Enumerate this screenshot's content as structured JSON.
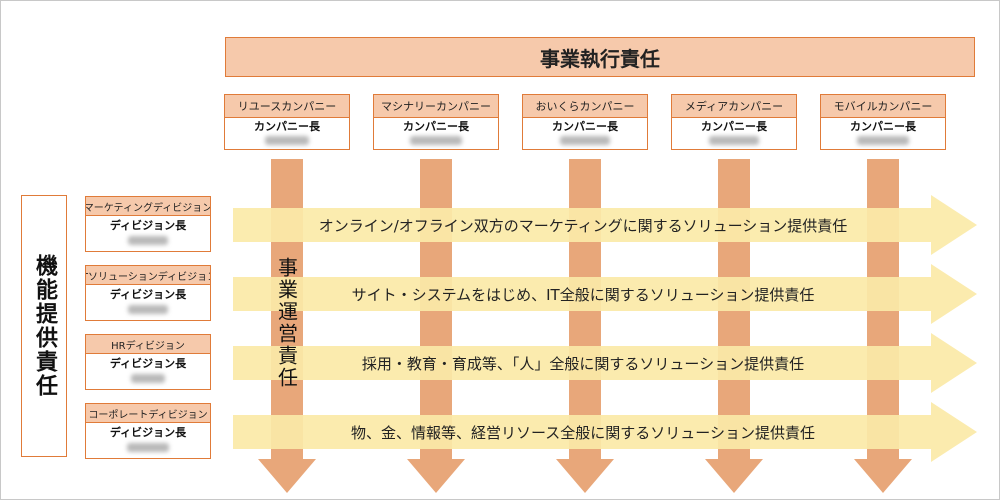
{
  "header": {
    "title": "事業執行責任"
  },
  "companies": [
    {
      "name": "リユースカンパニー",
      "role": "カンパニー長"
    },
    {
      "name": "マシナリーカンパニー",
      "role": "カンパニー長"
    },
    {
      "name": "おいくらカンパニー",
      "role": "カンパニー長"
    },
    {
      "name": "メディアカンパニー",
      "role": "カンパニー長"
    },
    {
      "name": "モバイルカンパニー",
      "role": "カンパニー長"
    }
  ],
  "functional": {
    "label": "機能提供責任"
  },
  "divisions": [
    {
      "name": "マーケティングディビジョン",
      "role": "ディビジョン長",
      "responsibility": "オンライン/オフライン双方のマーケティングに関するソリューション提供責任"
    },
    {
      "name": "ITソリューションディビジョン",
      "role": "ディビジョン長",
      "responsibility": "サイト・システムをはじめ、IT全般に関するソリューション提供責任"
    },
    {
      "name": "HRディビジョン",
      "role": "ディビジョン長",
      "responsibility": "採用・教育・育成等、「人」全般に関するソリューション提供責任"
    },
    {
      "name": "コーポレートディビジョン",
      "role": "ディビジョン長",
      "responsibility": "物、金、情報等、経営リソース全般に関するソリューション提供責任"
    }
  ],
  "operations": {
    "label": "事業運営責任"
  },
  "colors": {
    "orange_fill": "#f6c9ab",
    "orange_border": "#e07b39",
    "arrow_orange": "#e8a77a",
    "arrow_yellow": "#fbeaa8"
  }
}
